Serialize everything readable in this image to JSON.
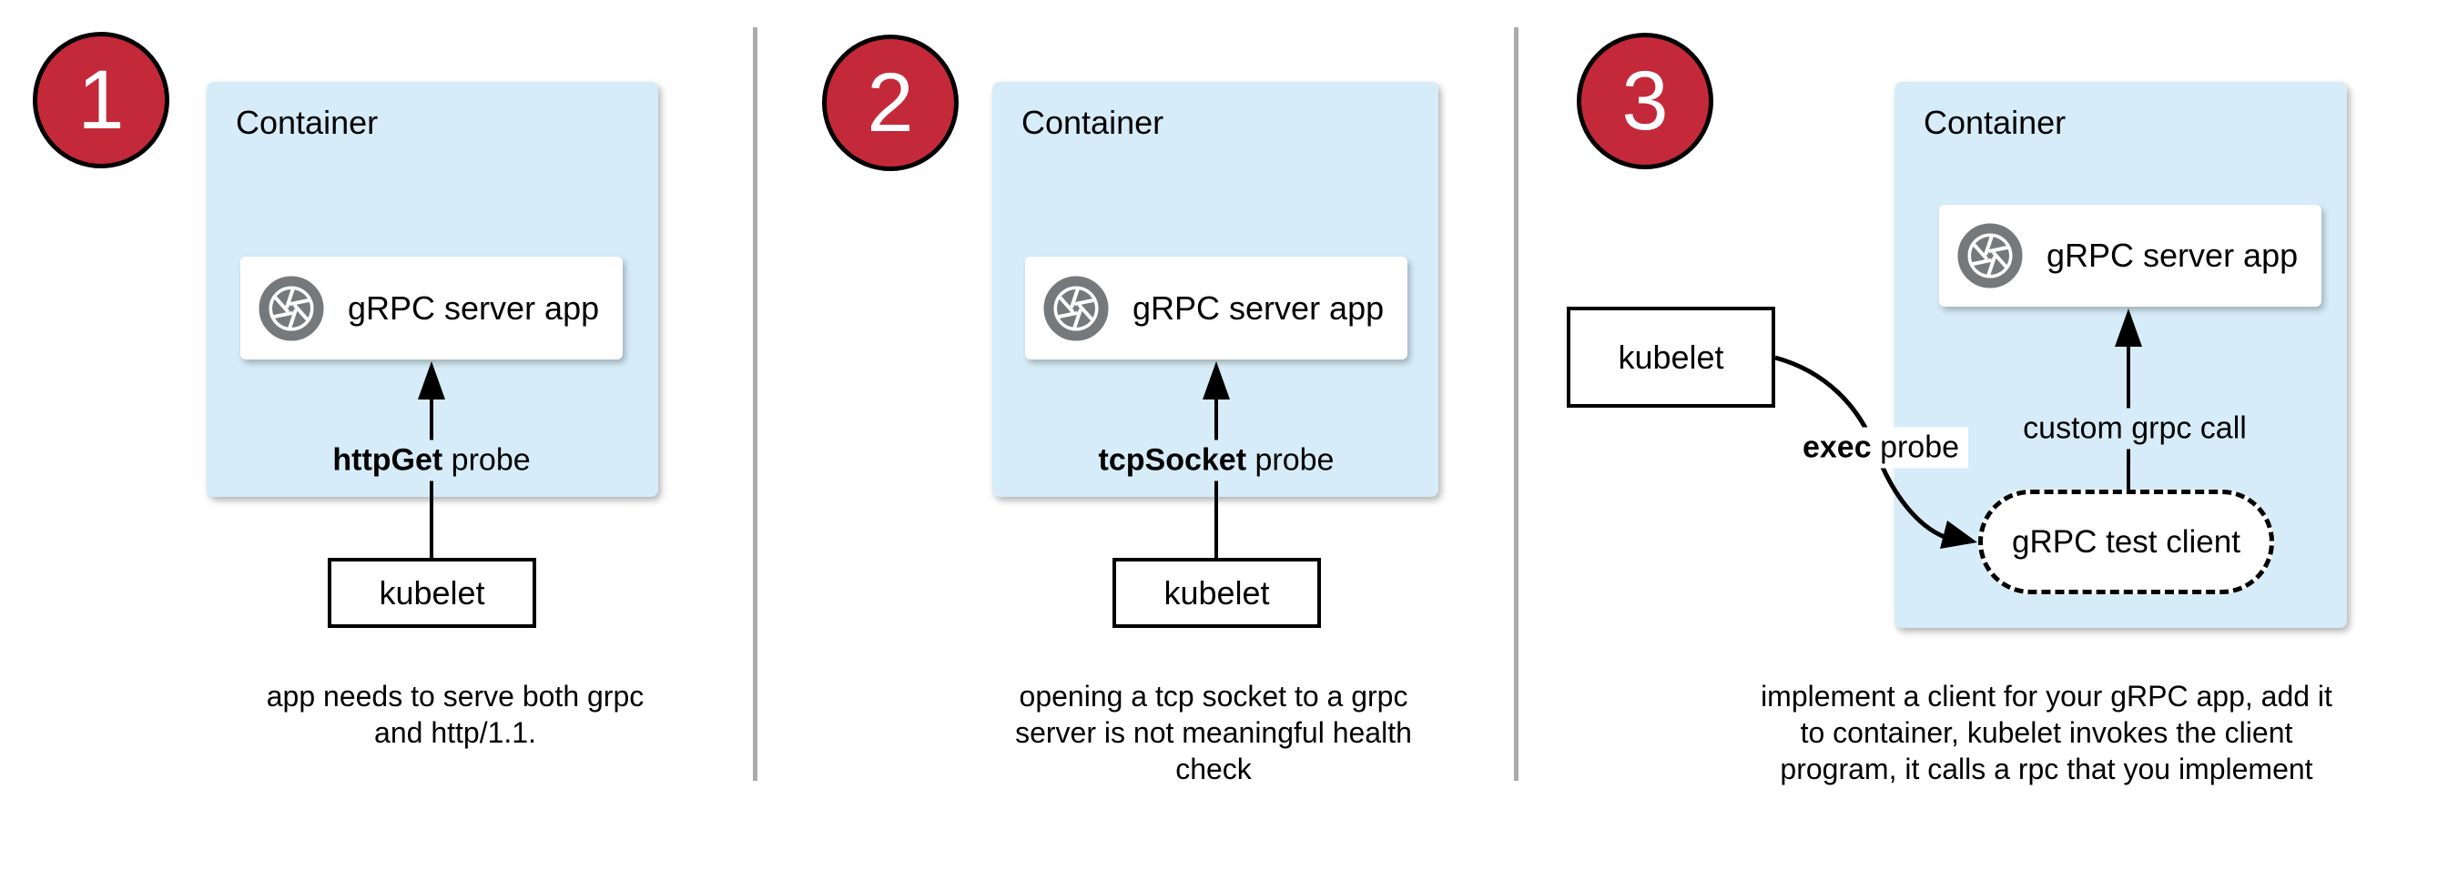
{
  "colors": {
    "container_fill": "#d6ecf8",
    "badge_fill": "#c4293a",
    "badge_border": "#000000",
    "icon_gray": "#76797c",
    "divider_gray": "#ababab",
    "stroke_black": "#000000",
    "box_white": "#ffffff"
  },
  "panels": [
    {
      "number": "1",
      "container_label": "Container",
      "app_label": "gRPC server app",
      "probe_bold": "httpGet",
      "probe_rest": "probe",
      "kubelet_label": "kubelet",
      "caption_lines": [
        "app needs to serve both grpc",
        "and http/1.1."
      ]
    },
    {
      "number": "2",
      "container_label": "Container",
      "app_label": "gRPC server app",
      "probe_bold": "tcpSocket",
      "probe_rest": "probe",
      "kubelet_label": "kubelet",
      "caption_lines": [
        "opening a tcp socket to a grpc",
        "server is not meaningful health",
        "check"
      ]
    },
    {
      "number": "3",
      "container_label": "Container",
      "app_label": "gRPC server app",
      "probe_bold": "exec",
      "probe_rest": "probe",
      "custom_call_label": "custom grpc call",
      "test_client_label": "gRPC test client",
      "kubelet_label": "kubelet",
      "caption_lines": [
        "implement a client for your gRPC app, add it",
        "to container, kubelet invokes the client",
        "program, it calls a rpc that you implement"
      ]
    }
  ]
}
